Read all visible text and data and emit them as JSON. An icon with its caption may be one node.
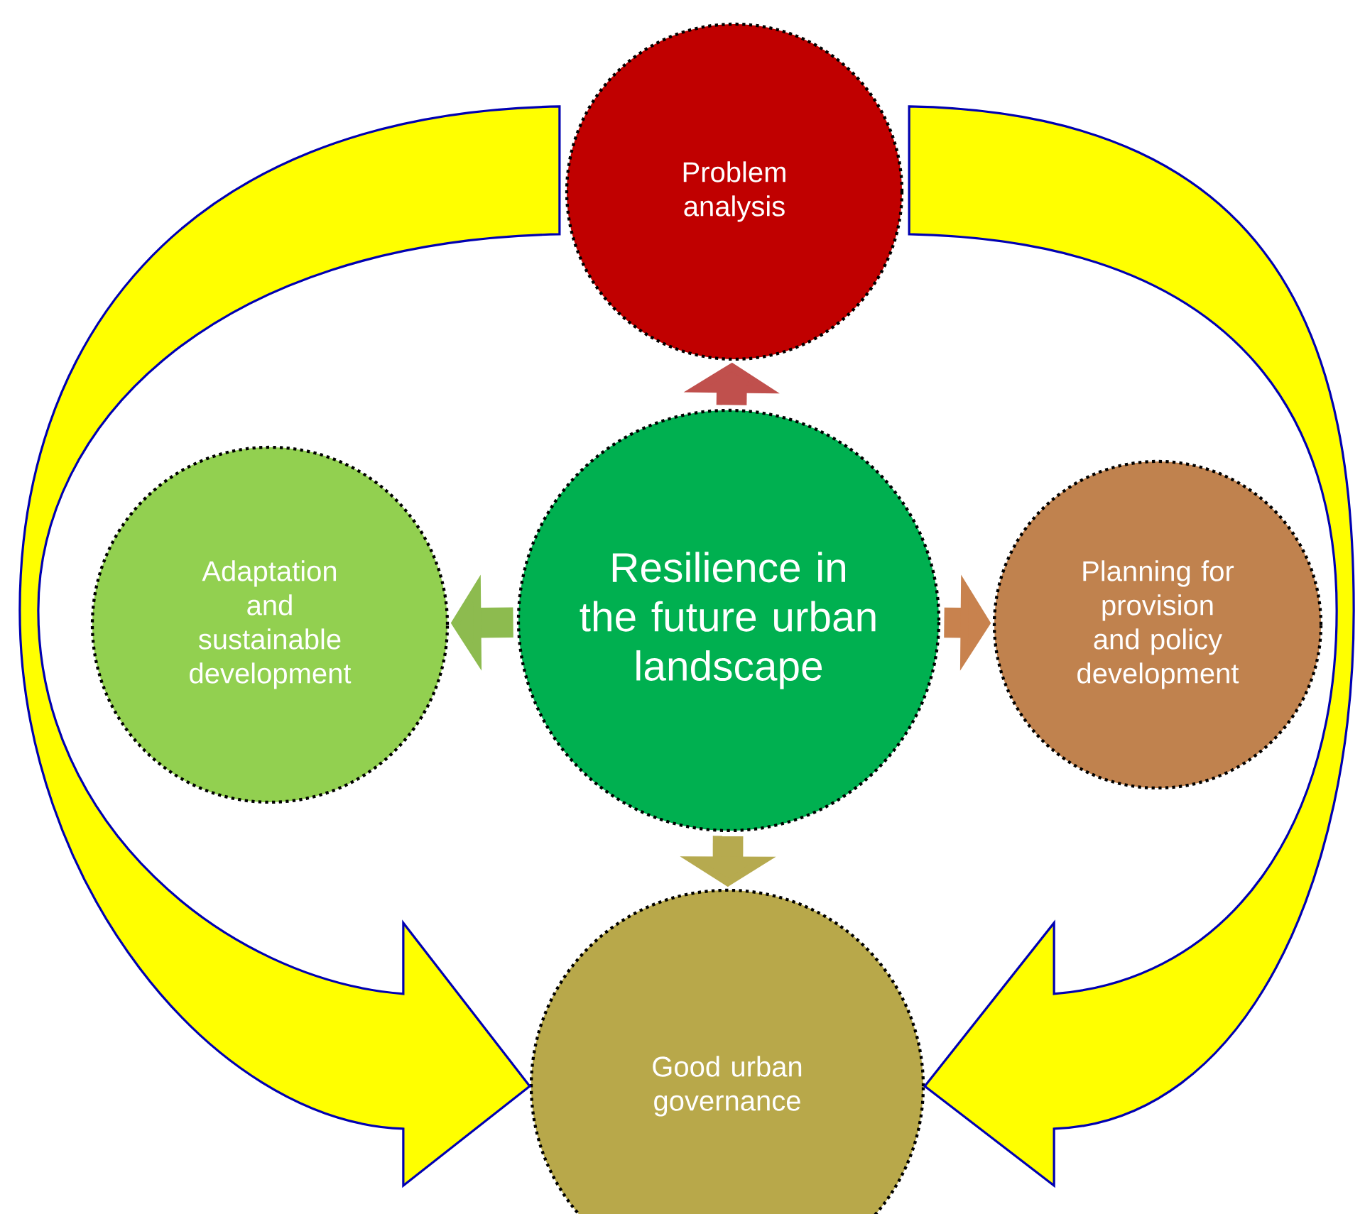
{
  "diagram": {
    "nodes": [
      {
        "text": [
          "Problem analysis"
        ]
      },
      {
        "text": [
          "Adaptation and sustainable development"
        ]
      },
      {
        "text": [
          "Resilience in the future urban landscape"
        ]
      },
      {
        "text": [
          "Planning for provision and policy development"
        ]
      },
      {
        "text": [
          "Good urban governance"
        ]
      }
    ],
    "edges": [
      {
        "from": 2,
        "to": 0,
        "arrow": "to",
        "color": "#c0504d"
      },
      {
        "from": 2,
        "to": 1,
        "arrow": "to",
        "color": "#8dbb4f"
      },
      {
        "from": 2,
        "to": 3,
        "arrow": "to",
        "color": "#c8824e"
      },
      {
        "from": 2,
        "to": 4,
        "arrow": "to",
        "color": "#b6aa4f"
      },
      {
        "from": 0,
        "to": 4,
        "arrow": "to",
        "color": "#ffff00"
      },
      {
        "from": 0,
        "to": 4,
        "arrow": "to",
        "color": "#ffff00"
      }
    ]
  }
}
